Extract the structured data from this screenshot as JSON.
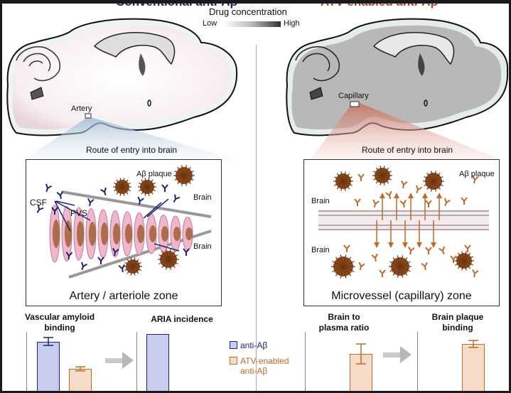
{
  "panels": {
    "left_title": "Conventional anti-Aβ",
    "right_title": "ATV-enabled anti-Aβ"
  },
  "legend": {
    "title": "Drug concentration",
    "low": "Low",
    "high": "High"
  },
  "brain_labels": {
    "left_vessel": "Artery",
    "right_vessel": "Capillary"
  },
  "route_label_left": "Route of entry into brain",
  "route_label_right": "Route of entry into brain",
  "left_zone": {
    "plaque": "Aβ plaque",
    "csf": "CSF",
    "pvs": "PVS",
    "brain_top": "Brain",
    "brain_bottom": "Brain",
    "zone_title": "Artery / arteriole zone"
  },
  "right_zone": {
    "plaque": "Aβ plaque",
    "brain_top": "Brain",
    "brain_bottom": "Brain",
    "zone_title": "Microvessel (capillary) zone"
  },
  "colors": {
    "anti_ab": "#1c2475",
    "anti_ab_fill": "#c8cdf0",
    "atv": "#c06a28",
    "atv_fill": "#f6dcc8",
    "plaque": "#8a4a1e"
  },
  "bar_legend": {
    "items": [
      {
        "label": "anti-Aβ",
        "series": "anti_ab"
      },
      {
        "label": "ATV-enabled\nanti-Aβ",
        "series": "atv"
      }
    ]
  },
  "chart_data": [
    {
      "type": "bar",
      "title": "Vascular amyloid binding",
      "categories": [
        "anti-Aβ",
        "ATV-enabled anti-Aβ"
      ],
      "values": [
        0.85,
        0.3
      ],
      "errors": [
        0.08,
        0.04
      ],
      "ylim": [
        0,
        1
      ]
    },
    {
      "type": "bar",
      "title": "ARIA incidence",
      "categories": [
        "anti-Aβ"
      ],
      "values": [
        1.0
      ],
      "errors": [
        0
      ],
      "ylim": [
        0,
        1
      ]
    },
    {
      "type": "bar",
      "title": "Brain to plasma ratio",
      "categories": [
        "ATV-enabled anti-Aβ"
      ],
      "values": [
        0.6
      ],
      "errors": [
        0.2
      ],
      "ylim": [
        0,
        1
      ]
    },
    {
      "type": "bar",
      "title": "Brain plaque binding",
      "categories": [
        "ATV-enabled anti-Aβ"
      ],
      "values": [
        0.8
      ],
      "errors": [
        0.07
      ],
      "ylim": [
        0,
        1
      ]
    }
  ]
}
